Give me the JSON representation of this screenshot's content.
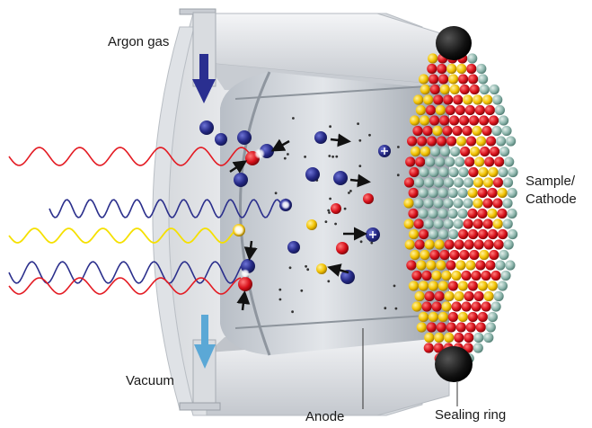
{
  "labels": {
    "argon_gas": "Argon gas",
    "vacuum": "Vacuum",
    "anode": "Anode",
    "sealing_ring": "Sealing ring",
    "sample_line1": "Sample/",
    "sample_line2": "Cathode"
  },
  "colors": {
    "argon": "#2b2f8c",
    "red_atom": "#d8111b",
    "yellow_atom": "#f2c200",
    "green_atom": "#8fb7ae",
    "wave_red": "#e31b23",
    "wave_blue": "#2b2f8c",
    "wave_yellow": "#f5e000",
    "housing": "#e9ebee",
    "chamber": "#a9b0b9",
    "seal": "#111111",
    "gas_arrow": "#2a2f90",
    "vacuum_arrow": "#5ba8d6"
  },
  "icons": [
    "argon-atom",
    "ion-plus",
    "flow-arrow",
    "wave-emission"
  ]
}
